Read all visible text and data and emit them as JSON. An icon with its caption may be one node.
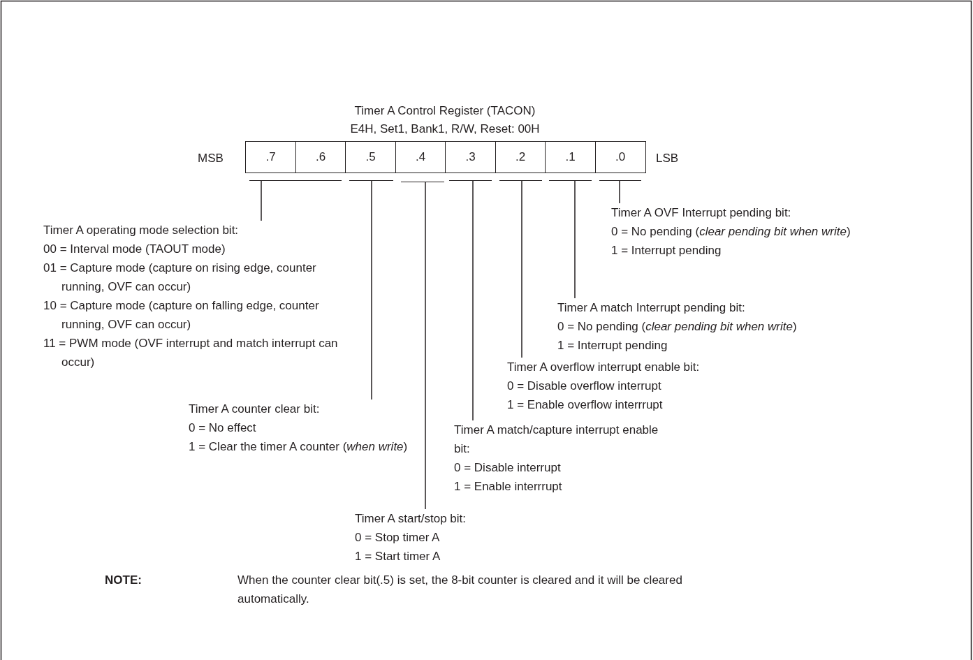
{
  "diagram": {
    "title": "Timer A Control Register (TACON)",
    "nodes": [
      {
        "text": [
          ".7"
        ]
      },
      {
        "text": [
          ".6"
        ]
      },
      {
        "text": [
          ".5"
        ]
      },
      {
        "text": [
          ".4"
        ]
      },
      {
        "text": [
          ".3"
        ]
      },
      {
        "text": [
          ".2"
        ]
      },
      {
        "text": [
          ".1"
        ]
      },
      {
        "text": [
          ".0"
        ]
      },
      {
        "text": [],
        "shape": "bar"
      },
      {
        "text": [],
        "shape": "bar"
      },
      {
        "text": [],
        "shape": "bar"
      },
      {
        "text": [],
        "shape": "bar"
      },
      {
        "text": [],
        "shape": "bar"
      },
      {
        "text": [],
        "shape": "bar"
      },
      {
        "text": [],
        "shape": "bar"
      },
      {
        "text": [
          "Timer A OVF Interrupt pending bit:",
          "0 = No pending (*clear pending bit when write*)",
          "1 = Interrupt pending"
        ]
      },
      {
        "text": [
          "Timer A operating mode selection bit:",
          "00 = Interval mode (TAOUT mode)",
          "01 = Capture mode (capture on rising edge, counter running, OVF can occur)",
          "10 = Capture mode (capture on falling edge, counter running, OVF can occur)",
          "11 = PWM mode (OVF interrupt and match interrupt can occur)"
        ]
      },
      {
        "text": [
          "Timer A match Interrupt pending bit:",
          "0 = No pending (*clear pending bit when write*)",
          "1 = Interrupt pending"
        ]
      },
      {
        "text": [
          "Timer A overflow interrupt enable bit:",
          "0 = Disable overflow interrupt",
          "1 = Enable overflow interrrupt"
        ]
      },
      {
        "text": [
          "Timer A counter clear bit:",
          "0 = No effect",
          "1 = Clear the timer A counter (*when write*)"
        ]
      },
      {
        "text": [
          "Timer A match/capture interrupt enable bit:",
          "0 = Disable interrupt",
          "1 = Enable interrrupt"
        ]
      },
      {
        "text": [
          "Timer A start/stop bit:",
          "0 = Stop timer A",
          "1 = Start timer A"
        ]
      }
    ],
    "edges": [
      {
        "from": 16,
        "to": 8,
        "arrow": "none"
      },
      {
        "from": 19,
        "to": 9,
        "arrow": "none"
      },
      {
        "from": 21,
        "to": 10,
        "arrow": "none"
      },
      {
        "from": 20,
        "to": 11,
        "arrow": "none"
      },
      {
        "from": 18,
        "to": 12,
        "arrow": "none"
      },
      {
        "from": 17,
        "to": 13,
        "arrow": "none"
      },
      {
        "from": 15,
        "to": 14,
        "arrow": "none"
      }
    ],
    "labels": [
      "E4H, Set1, Bank1, R/W, Reset: 00H",
      "MSB",
      "LSB",
      "NOTE:",
      "When the counter clear bit(.5) is set, the 8-bit counter is cleared and it will be cleared automatically."
    ]
  }
}
